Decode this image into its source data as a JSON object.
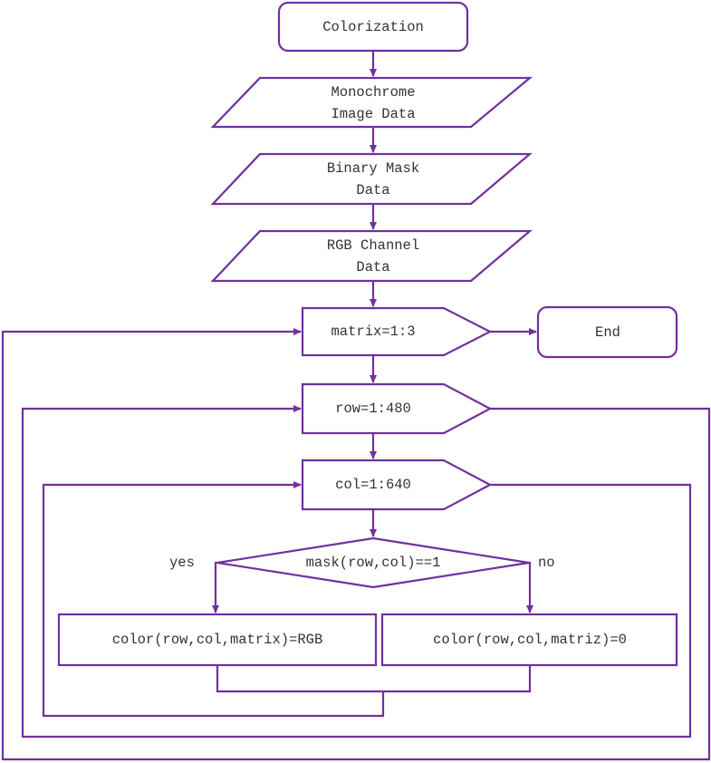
{
  "diagram": {
    "type": "flowchart",
    "accent_color": "#7030a0",
    "nodes": {
      "start": {
        "shape": "rounded-rect",
        "label": "Colorization"
      },
      "mono": {
        "shape": "parallelogram",
        "lines": [
          "Monochrome",
          "Image Data"
        ]
      },
      "mask": {
        "shape": "parallelogram",
        "lines": [
          "Binary Mask",
          "Data"
        ]
      },
      "rgb": {
        "shape": "parallelogram",
        "lines": [
          "RGB Channel",
          "Data"
        ]
      },
      "loop_matrix": {
        "shape": "loop-pentagon",
        "label": "matrix=1:3"
      },
      "end": {
        "shape": "rounded-rect",
        "label": "End"
      },
      "loop_row": {
        "shape": "loop-pentagon",
        "label": "row=1:480"
      },
      "loop_col": {
        "shape": "loop-pentagon",
        "label": "col=1:640"
      },
      "decision": {
        "shape": "diamond",
        "label": "mask(row,col)==1",
        "yes_label": "yes",
        "no_label": "no"
      },
      "assign_rgb": {
        "shape": "rect",
        "label": "color(row,col,matrix)=RGB"
      },
      "assign_zero": {
        "shape": "rect",
        "label": "color(row,col,matriz)=0"
      }
    },
    "edges": [
      {
        "from": "start",
        "to": "mono"
      },
      {
        "from": "mono",
        "to": "mask"
      },
      {
        "from": "mask",
        "to": "rgb"
      },
      {
        "from": "rgb",
        "to": "loop_matrix"
      },
      {
        "from": "loop_matrix",
        "to": "end",
        "label": ""
      },
      {
        "from": "loop_matrix",
        "to": "loop_row"
      },
      {
        "from": "loop_row",
        "to": "loop_col"
      },
      {
        "from": "loop_col",
        "to": "decision"
      },
      {
        "from": "decision",
        "to": "assign_rgb",
        "label": "yes"
      },
      {
        "from": "decision",
        "to": "assign_zero",
        "label": "no"
      },
      {
        "from": "assign_rgb",
        "to": "loop_col"
      },
      {
        "from": "assign_zero",
        "to": "loop_col"
      },
      {
        "from": "loop_col",
        "to": "loop_row"
      },
      {
        "from": "loop_row",
        "to": "loop_matrix"
      }
    ]
  }
}
